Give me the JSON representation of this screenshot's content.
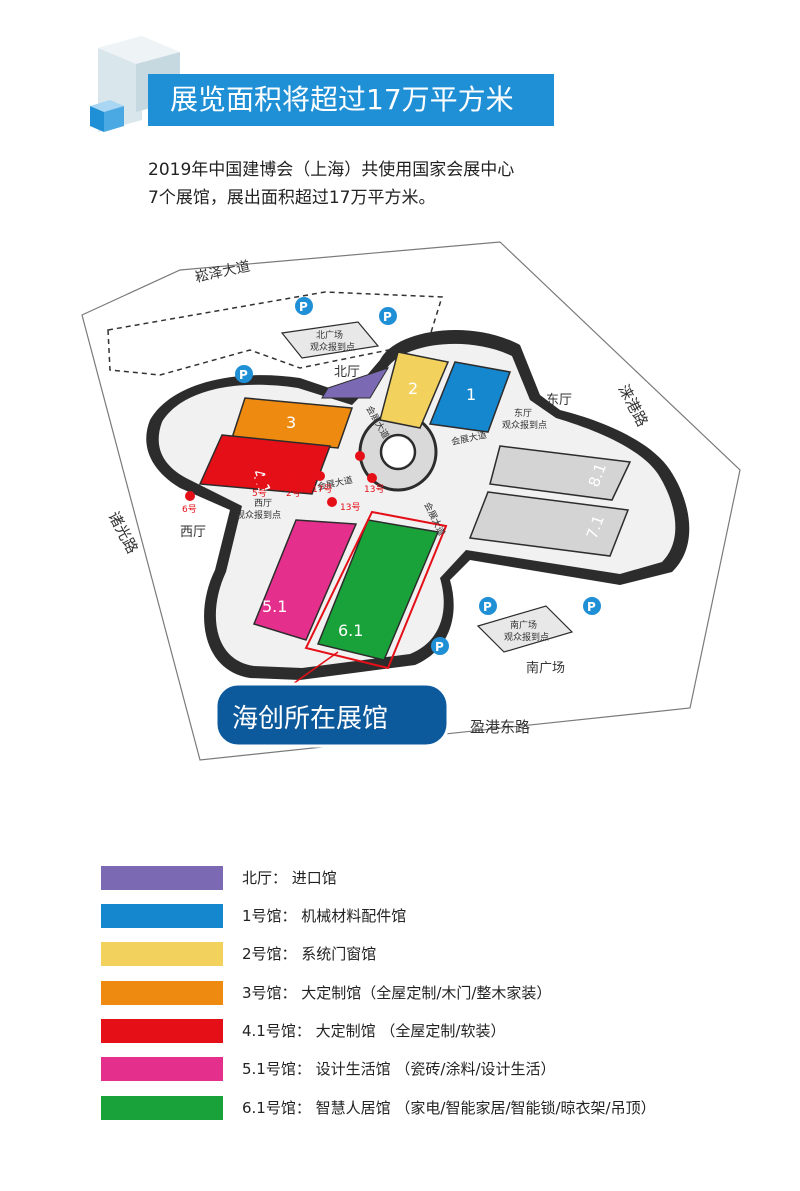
{
  "title": "展览面积将超过17万平方米",
  "intro_lines": [
    "2019年中国建博会（上海）共使用国家会展中心",
    "7个展馆，展出面积超过17万平方米。"
  ],
  "map": {
    "roads": {
      "north": "崧泽大道",
      "east": "涞港路",
      "west": "诸光路",
      "south": "盈港东路"
    },
    "halls": {
      "h1": "1",
      "h2": "2",
      "h3": "3",
      "h41": "4.1",
      "h51": "5.1",
      "h61": "6.1",
      "h71": "7.1",
      "h81": "8.1"
    },
    "halls_named": {
      "north": "北厅",
      "east": "东厅",
      "west": "西厅",
      "south": "南广场"
    },
    "inner_roads": [
      "会展大道",
      "会展大道",
      "会展大道",
      "会展大道"
    ],
    "plazas": {
      "north_line1": "北广场",
      "north_line2": "观众报到点",
      "south_line1": "南广场",
      "south_line2": "观众报到点",
      "east_line1": "东厅",
      "east_line2": "观众报到点",
      "west_line1": "西厅",
      "west_line2": "观众报到点"
    },
    "metro": [
      "6号",
      "5号",
      "2号",
      "17号",
      "13号",
      "13号"
    ],
    "parking": "P",
    "callout": "海创所在展馆"
  },
  "legend": [
    {
      "color": "#7b6ab3",
      "label": "北厅：  进口馆"
    },
    {
      "color": "#1587cf",
      "label": "1号馆：  机械材料配件馆"
    },
    {
      "color": "#f3d15d",
      "label": "2号馆：  系统门窗馆"
    },
    {
      "color": "#ee8a10",
      "label": "3号馆：  大定制馆（全屋定制/木门/整木家装）"
    },
    {
      "color": "#e50f18",
      "label": "4.1号馆：  大定制馆    （全屋定制/软装）"
    },
    {
      "color": "#e4308c",
      "label": "5.1号馆：  设计生活馆    （瓷砖/涂料/设计生活）"
    },
    {
      "color": "#1aa23a",
      "label": "6.1号馆：  智慧人居馆    （家电/智能家居/智能锁/晾衣架/吊顶）"
    }
  ],
  "colors": {
    "title_blue": "#1f8fd6",
    "callout_blue": "#0c5a9c",
    "highlight_red": "#e50f18",
    "hall_grey": "#d4d4d4",
    "venue_fill": "#f1f1f1"
  }
}
